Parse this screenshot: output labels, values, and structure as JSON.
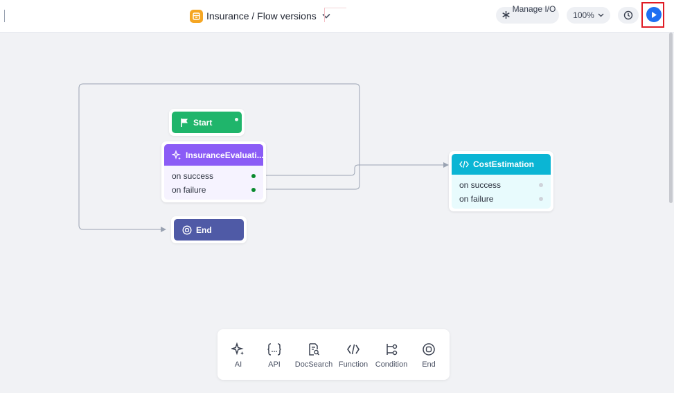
{
  "header": {
    "title": "Insurance / Flow versions",
    "manage_io_label": "Manage I/O",
    "zoom_level": "100%"
  },
  "nodes": {
    "start": {
      "label": "Start"
    },
    "insurance_evaluation": {
      "label": "InsuranceEvaluati...",
      "outputs": [
        "on success",
        "on failure"
      ]
    },
    "end": {
      "label": "End"
    },
    "cost_estimation": {
      "label": "CostEstimation",
      "outputs": [
        "on success",
        "on failure"
      ]
    }
  },
  "palette": {
    "items": [
      {
        "label": "AI",
        "icon": "sparkle-icon"
      },
      {
        "label": "API",
        "icon": "api-braces-icon"
      },
      {
        "label": "DocSearch",
        "icon": "doc-search-icon"
      },
      {
        "label": "Function",
        "icon": "code-icon"
      },
      {
        "label": "Condition",
        "icon": "condition-icon"
      },
      {
        "label": "End",
        "icon": "stop-circle-icon"
      }
    ]
  },
  "colors": {
    "start": "#1fb56b",
    "ai_node": "#8b5cf6",
    "end_node": "#4f5aa6",
    "function_node": "#0bb5d4",
    "run_button": "#1e6ff2",
    "highlight_frame": "#e01b24",
    "app_icon": "#f5a623"
  }
}
